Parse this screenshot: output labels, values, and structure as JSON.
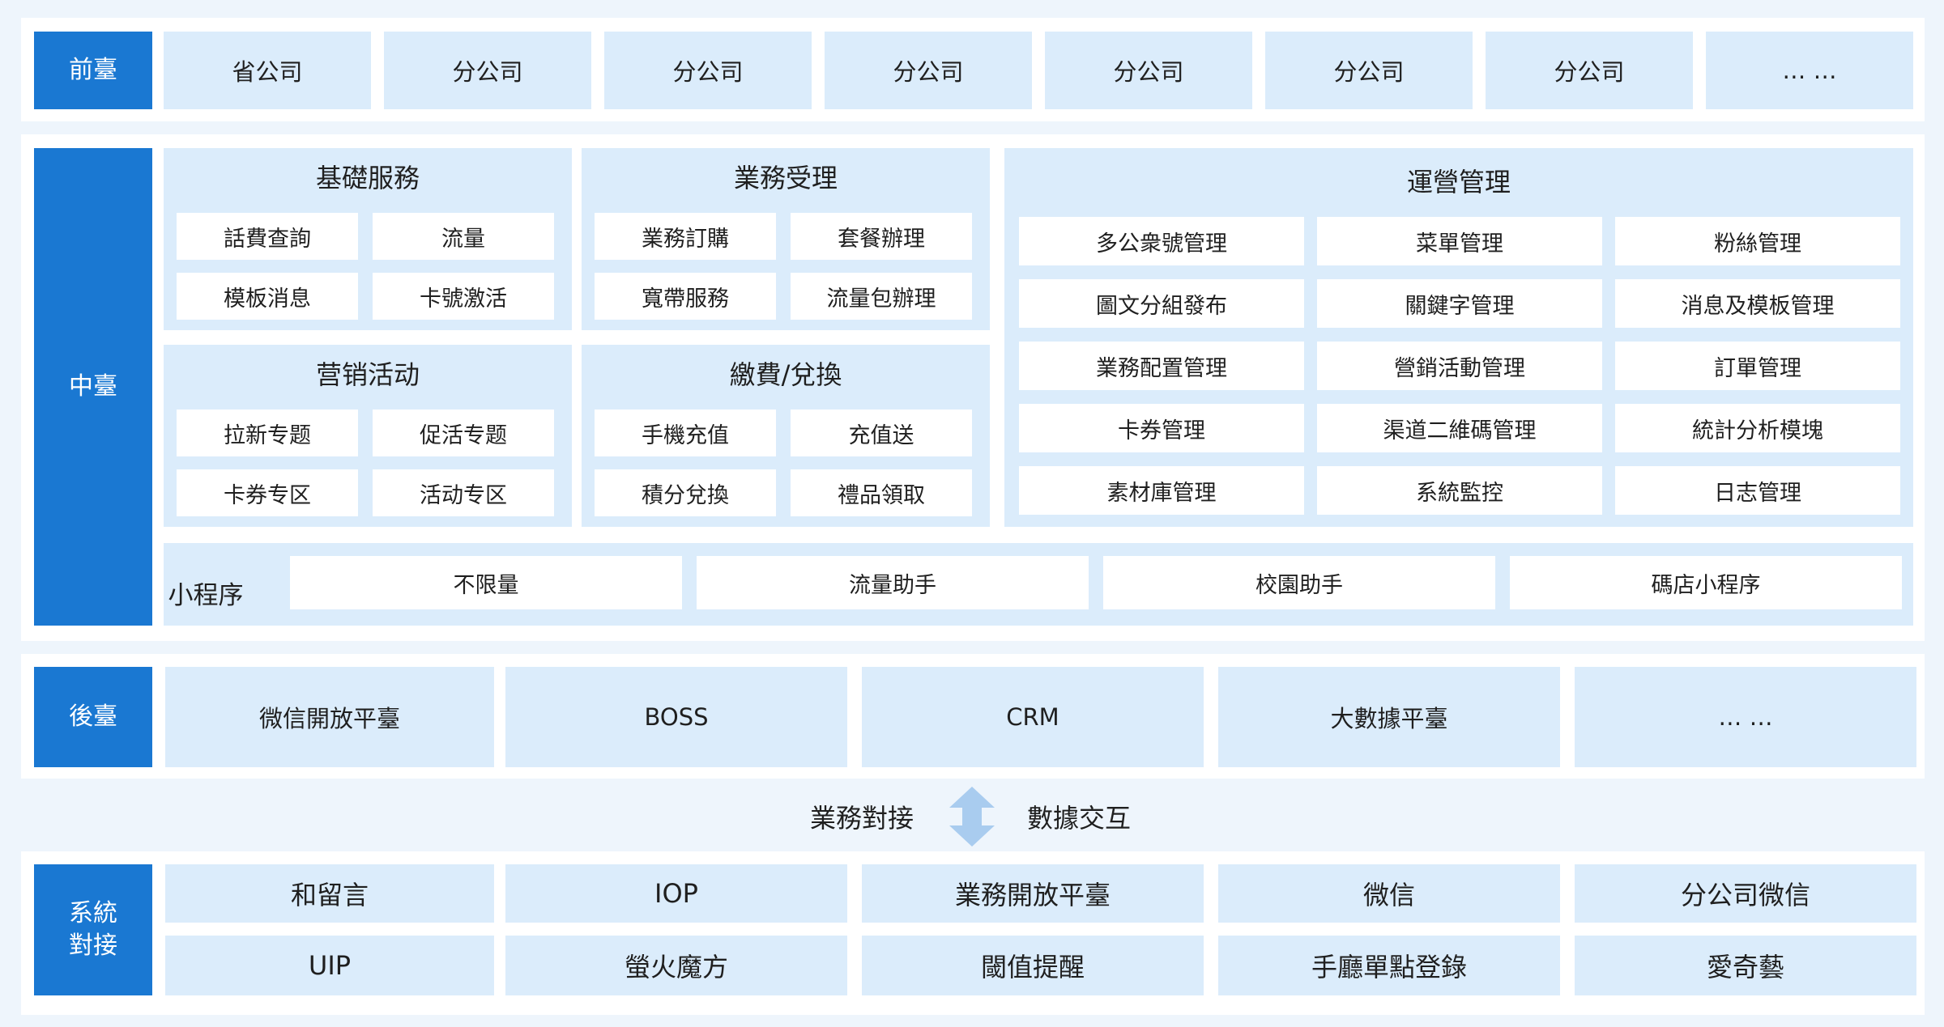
{
  "front": {
    "label": "前臺",
    "cells": [
      "省公司",
      "分公司",
      "分公司",
      "分公司",
      "分公司",
      "分公司",
      "分公司",
      "… …"
    ]
  },
  "middle": {
    "label": "中臺",
    "basic": {
      "title": "基礎服務",
      "items": [
        "話費查詢",
        "流量",
        "模板消息",
        "卡號激活"
      ]
    },
    "business": {
      "title": "業務受理",
      "items": [
        "業務訂購",
        "套餐辦理",
        "寬帶服務",
        "流量包辦理"
      ]
    },
    "marketing": {
      "title": "营销活动",
      "items": [
        "拉新专题",
        "促活专题",
        "卡券专区",
        "活动专区"
      ]
    },
    "payment": {
      "title": "繳費/兌換",
      "items": [
        "手機充值",
        "充值送",
        "積分兌換",
        "禮品領取"
      ]
    },
    "ops": {
      "title": "運營管理",
      "items": [
        "多公衆號管理",
        "菜單管理",
        "粉絲管理",
        "圖文分組發布",
        "關鍵字管理",
        "消息及模板管理",
        "業務配置管理",
        "營銷活動管理",
        "訂單管理",
        "卡券管理",
        "渠道二維碼管理",
        "統計分析模塊",
        "素材庫管理",
        "系統監控",
        "日志管理"
      ]
    },
    "miniapp": {
      "label": "小程序",
      "items": [
        "不限量",
        "流量助手",
        "校園助手",
        "碼店小程序"
      ]
    }
  },
  "back": {
    "label": "後臺",
    "cells": [
      "微信開放平臺",
      "BOSS",
      "CRM",
      "大數據平臺",
      "… …"
    ]
  },
  "exchange": {
    "left": "業務對接",
    "right": "數據交互",
    "arrow_icon": "double-arrow-icon"
  },
  "system": {
    "label_line1": "系統",
    "label_line2": "對接",
    "row1": [
      "和留言",
      "IOP",
      "業務開放平臺",
      "微信",
      "分公司微信"
    ],
    "row2": [
      "UIP",
      "螢火魔方",
      "閾值提醒",
      "手廳單點登錄",
      "愛奇藝"
    ]
  },
  "colors": {
    "accent": "#1a78d2",
    "cell": "#dbecfb",
    "background": "#eef5fc",
    "arrow": "#a9ccef"
  }
}
